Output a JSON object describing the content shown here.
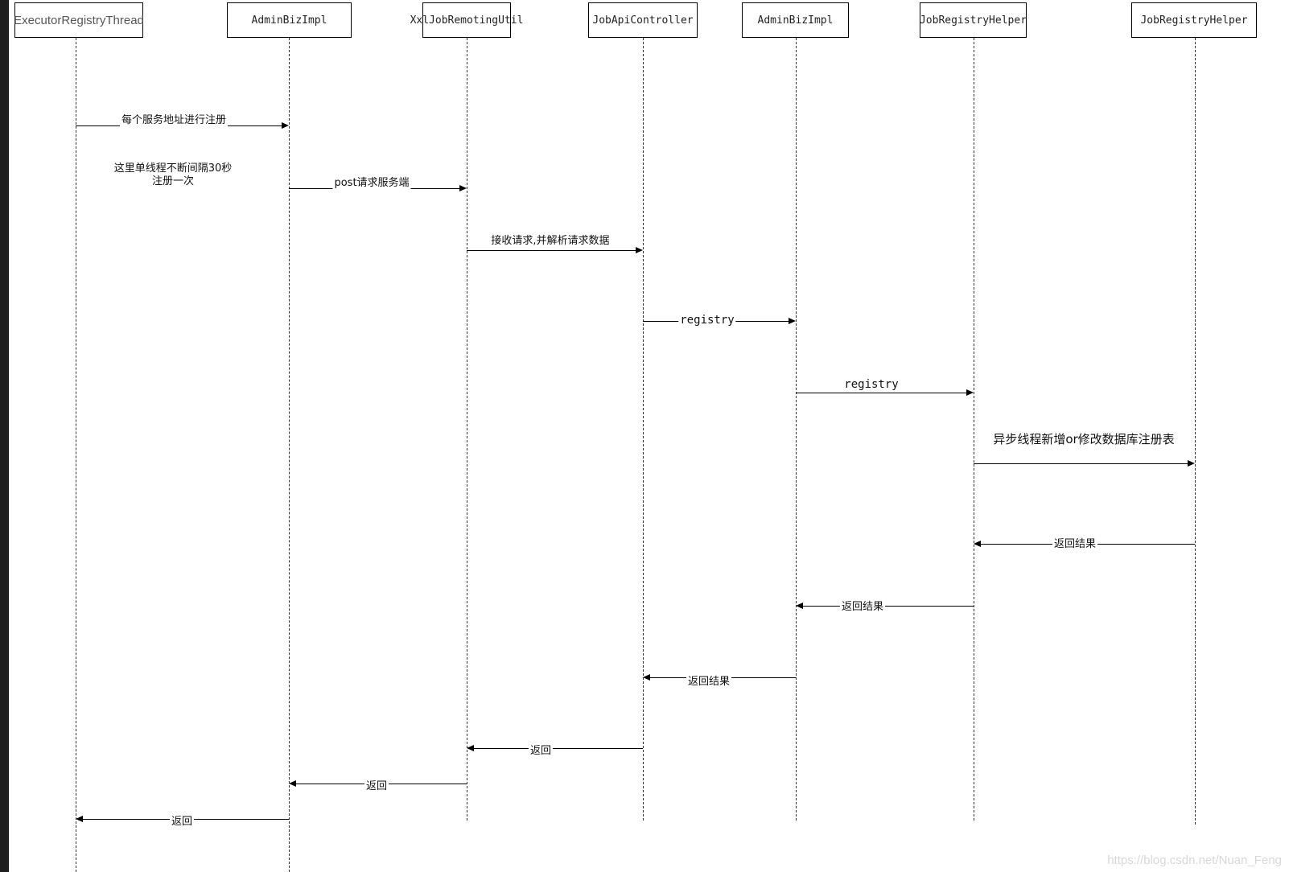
{
  "participants": [
    {
      "id": "p1",
      "label": "ExecutorRegistryThread"
    },
    {
      "id": "p2",
      "label": "AdminBizImpl"
    },
    {
      "id": "p3",
      "label": "XxlJobRemotingUtil"
    },
    {
      "id": "p4",
      "label": "JobApiController"
    },
    {
      "id": "p5",
      "label": "AdminBizImpl"
    },
    {
      "id": "p6",
      "label": "JobRegistryHelper"
    },
    {
      "id": "p7",
      "label": "JobRegistryHelper"
    }
  ],
  "messages": [
    {
      "label": "每个服务地址进行注册"
    },
    {
      "label": "post请求服务端"
    },
    {
      "label": "接收请求,并解析请求数据"
    },
    {
      "label": "registry"
    },
    {
      "label": "registry"
    },
    {
      "label": "异步线程新增or修改数据库注册表"
    },
    {
      "label": "返回结果"
    },
    {
      "label": "返回结果"
    },
    {
      "label": "返回结果"
    },
    {
      "label": "返回"
    },
    {
      "label": "返回"
    },
    {
      "label": "返回"
    }
  ],
  "note": {
    "line1": "这里单线程不断间隔30秒",
    "line2": "注册一次"
  },
  "watermark": "https://blog.csdn.net/Nuan_Feng"
}
